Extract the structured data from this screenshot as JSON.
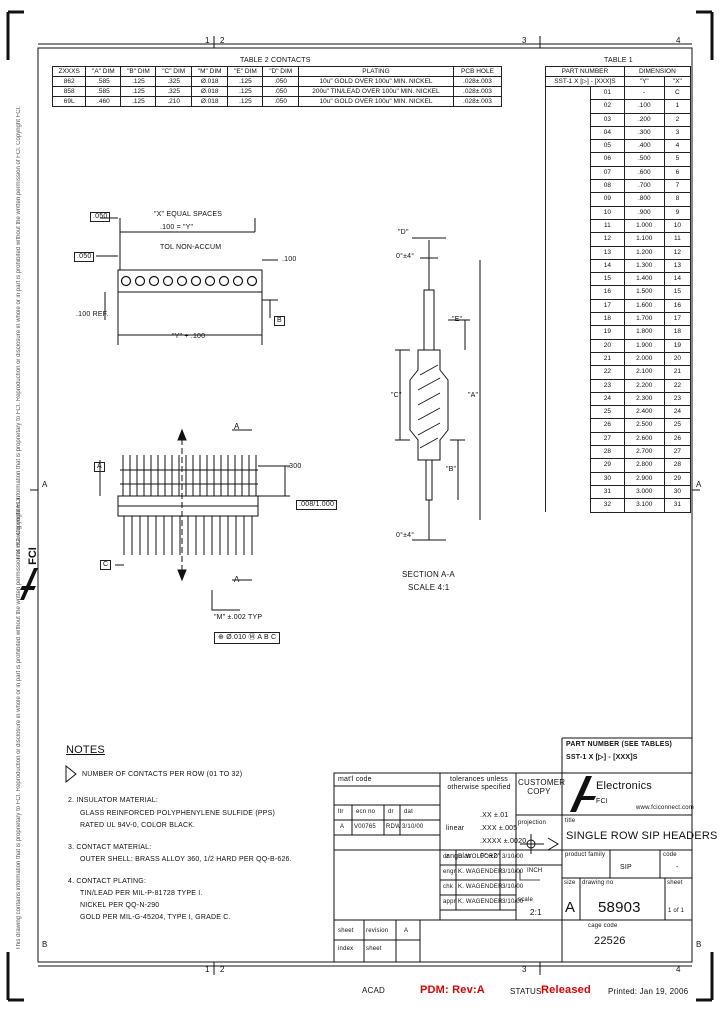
{
  "zones": {
    "top": [
      "1",
      "2",
      "3",
      "4"
    ],
    "side": [
      "A",
      "B"
    ]
  },
  "table2": {
    "title": "TABLE 2 CONTACTS",
    "headers": [
      "ZXXXS",
      "\"A\" DIM",
      "\"B\" DIM",
      "\"C\" DIM",
      "\"M\" DIM",
      "\"E\" DIM",
      "\"D\" DIM",
      "PLATING",
      "PCB HOLE"
    ],
    "rows": [
      [
        "862",
        ".585",
        ".125",
        ".325",
        "Ø.018",
        ".125",
        ".050",
        "10u\" GOLD OVER 100u\" MIN. NICKEL",
        ".028±.003"
      ],
      [
        "858",
        ".585",
        ".125",
        ".325",
        "Ø.018",
        ".125",
        ".050",
        "200u\" TIN/LEAD OVER 100u\" MIN. NICKEL",
        ".028±.003"
      ],
      [
        "69L",
        ".460",
        ".125",
        ".210",
        "Ø.018",
        ".125",
        ".050",
        "10u\" GOLD OVER 100u\" MIN. NICKEL",
        ".028±.003"
      ]
    ]
  },
  "table1": {
    "title": "TABLE 1",
    "part_number_header": "PART NUMBER",
    "part_number_code": "SST-1 X [▷] - [XXX]S",
    "dimension_header": "DIMENSION",
    "col_y": "\"Y\"",
    "col_x": "\"X\"",
    "rows": [
      [
        "01",
        "-",
        "C"
      ],
      [
        "02",
        ".100",
        "1"
      ],
      [
        "03",
        ".200",
        "2"
      ],
      [
        "04",
        ".300",
        "3"
      ],
      [
        "05",
        ".400",
        "4"
      ],
      [
        "06",
        ".500",
        "5"
      ],
      [
        "07",
        ".600",
        "6"
      ],
      [
        "08",
        ".700",
        "7"
      ],
      [
        "09",
        ".800",
        "8"
      ],
      [
        "10",
        ".900",
        "9"
      ],
      [
        "11",
        "1.000",
        "10"
      ],
      [
        "12",
        "1.100",
        "11"
      ],
      [
        "13",
        "1.200",
        "12"
      ],
      [
        "14",
        "1.300",
        "13"
      ],
      [
        "15",
        "1.400",
        "14"
      ],
      [
        "16",
        "1.500",
        "15"
      ],
      [
        "17",
        "1.600",
        "16"
      ],
      [
        "18",
        "1.700",
        "17"
      ],
      [
        "19",
        "1.800",
        "18"
      ],
      [
        "20",
        "1.900",
        "19"
      ],
      [
        "21",
        "2.000",
        "20"
      ],
      [
        "22",
        "2.100",
        "21"
      ],
      [
        "23",
        "2.200",
        "22"
      ],
      [
        "24",
        "2.300",
        "23"
      ],
      [
        "25",
        "2.400",
        "24"
      ],
      [
        "26",
        "2.500",
        "25"
      ],
      [
        "27",
        "2.600",
        "26"
      ],
      [
        "28",
        "2.700",
        "27"
      ],
      [
        "29",
        "2.800",
        "28"
      ],
      [
        "30",
        "2.900",
        "29"
      ],
      [
        "31",
        "3.000",
        "30"
      ],
      [
        "32",
        "3.100",
        "31"
      ]
    ]
  },
  "drawing": {
    "x_equal_spaces": "\"X\" EQUAL SPACES",
    "x_spacing": ".100 = \"Y\"",
    "tol_non_accum": "TOL NON-ACCUM",
    "dim_050a": ".050",
    "dim_050b": ".050",
    "dim_100": ".100",
    "dim_100ref": ".100 REF.",
    "y_plus": "\"Y\" + .100",
    "datum_b": "B",
    "datum_a": "A",
    "datum_c": "C",
    "section_a_top": "A",
    "section_a_bottom": "A",
    "dim_300": ".300",
    "flatness": ".008/1.000",
    "m_typ": "\"M\" ±.002 TYP",
    "position_tol": "⊕ Ø.010 Ⓜ A B C",
    "dim_d": "\"D\"",
    "dim_e": "\"E\"",
    "dim_c": "\"C\"",
    "dim_b": "\"B\"",
    "dim_a": "\"A\"",
    "angle_top": "0°±4°",
    "angle_bottom": "0°±4°",
    "section_title": "SECTION A-A",
    "section_scale": "SCALE 4:1"
  },
  "notes": {
    "title": "NOTES",
    "items": [
      "NUMBER OF CONTACTS PER ROW (01 TO 32)",
      "2. INSULATOR MATERIAL:",
      "GLASS REINFORCED POLYPHENYLENE SULFIDE (PPS)",
      "RATED UL 94V-0, COLOR BLACK.",
      "3. CONTACT MATERIAL:",
      "OUTER SHELL: BRASS ALLOY 360, 1/2 HARD PER QQ-B-626.",
      "4. CONTACT PLATING:",
      "TIN/LEAD PER MIL-P-81728 TYPE I.",
      "NICKEL PER QQ-N-290",
      "GOLD PER MIL-G-45204, TYPE I, GRADE C."
    ]
  },
  "title_block": {
    "part_number_see": "PART NUMBER (SEE TABLES)",
    "part_code": "SST-1 X [▷] - [XXX]S",
    "mat_code": "mat'l code",
    "tolerances": "tolerances unless otherwise specified",
    "customer_copy": "CUSTOMER COPY",
    "company": "Electronics",
    "fci": "FCI",
    "website": "www.fciconnect.com",
    "rev_headers": [
      "ltr",
      "ecn no",
      "dr",
      "dat"
    ],
    "rev_row": [
      "A",
      "V00765",
      "RDW",
      "3/10/00"
    ],
    "tol_xx": ".XX ±.01",
    "tol_xxx": ".XXX ±.005",
    "tol_xxxx": ".XXXX ±.0020",
    "linear": "linear",
    "angular": "angular",
    "tol_ang": "0° ±2°",
    "projection": "projection",
    "title_label": "title",
    "title": "SINGLE ROW SIP HEADERS",
    "prod_family_label": "product family",
    "prod_family": "SIP",
    "code_label": "code",
    "code": "-",
    "dr": "dr",
    "dr_name": "B. WOLFORD",
    "dr_date": "3/10/00",
    "engr": "engr",
    "engr_name": "K. WAGENDER",
    "engr_date": "3/10/00",
    "chk": "chk",
    "chk_name": "K. WAGENDER",
    "chk_date": "3/10/00",
    "appr": "appr",
    "appr_name": "K. WAGENDER",
    "appr_date": "3/10/00",
    "inc": "INCH",
    "scale_label": "scale",
    "scale": "2:1",
    "size_label": "size",
    "size": "A",
    "dwg_label": "drawing no",
    "dwg_no": "58903",
    "sheet_label": "sheet",
    "sheet": "1 of 1",
    "sheet_row_label": "sheet",
    "revision_label": "revision",
    "index_label": "index",
    "cage_label": "cage code",
    "cage_code": "22526",
    "sheet_status_a": "A",
    "acad": "ACAD",
    "pdm": "PDM: Rev:A",
    "status_label": "STATUS:",
    "status": "Released",
    "printed": "Printed: Jan 19, 2006"
  },
  "side_notice": "This drawing contains information that is proprietary to FCI. Reproduction or disclosure in whole or in part is prohibited without the written permission of FCI. Copyright FCI.",
  "side_logo": "FCI"
}
